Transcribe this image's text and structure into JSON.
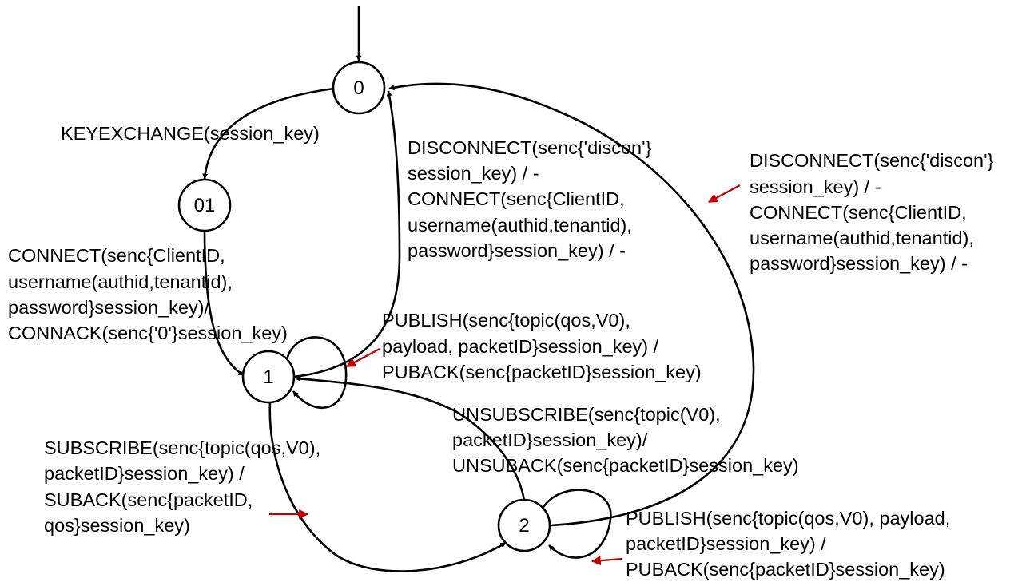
{
  "colors": {
    "line": "#000000",
    "annotation_arrow": "#c00000",
    "background": "#ffffff"
  },
  "states": {
    "s0": "0",
    "s01": "01",
    "s1": "1",
    "s2": "2"
  },
  "transitions": {
    "keyexchange": [
      "KEYEXCHANGE(session_key)"
    ],
    "connect_from_01": [
      "CONNECT(senc{ClientID,",
      "username(authid,tenantid),",
      "password}session_key)/",
      "CONNACK(senc{'0'}session_key)"
    ],
    "disconnect_from_1": [
      "DISCONNECT(senc{'discon'}",
      "session_key) / -",
      "CONNECT(senc{ClientID,",
      "username(authid,tenantid),",
      "password}session_key) / -"
    ],
    "disconnect_from_2": [
      "DISCONNECT(senc{'discon'}",
      "session_key) / -",
      "CONNECT(senc{ClientID,",
      "username(authid,tenantid),",
      "password}session_key) / -"
    ],
    "publish_loop_1": [
      "PUBLISH(senc{topic(qos,V0),",
      "payload, packetID}session_key) /",
      "PUBACK(senc{packetID}session_key)"
    ],
    "unsubscribe": [
      "UNSUBSCRIBE(senc{topic(V0),",
      "packetID}session_key)/",
      "UNSUBACK(senc{packetID}session_key)"
    ],
    "subscribe": [
      "SUBSCRIBE(senc{topic(qos,V0),",
      "packetID}session_key) /",
      "SUBACK(senc{packetID,",
      "qos}session_key)"
    ],
    "publish_loop_2": [
      "PUBLISH(senc{topic(qos,V0), payload,",
      "packetID}session_key) /",
      "PUBACK(senc{packetID}session_key)"
    ]
  }
}
